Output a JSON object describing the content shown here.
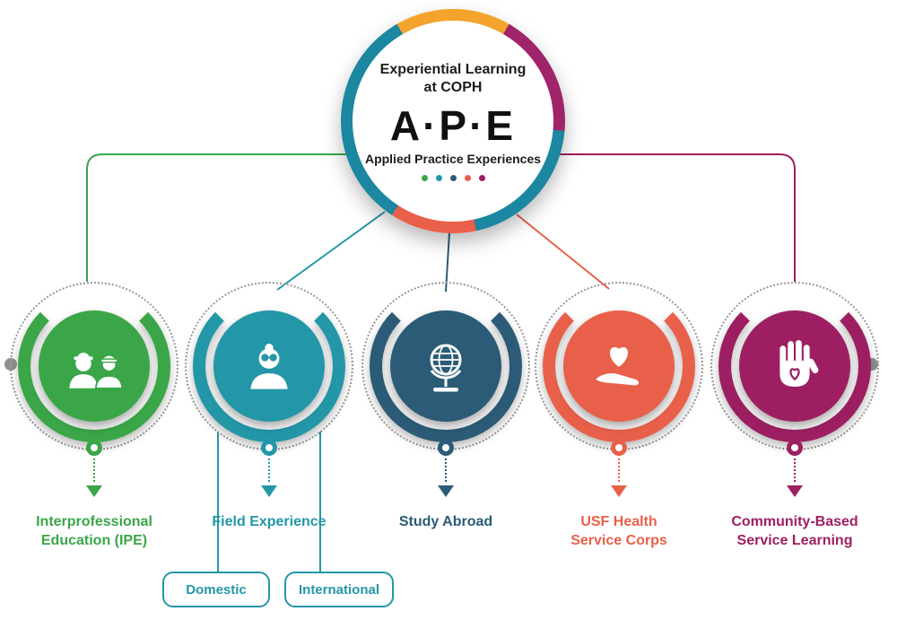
{
  "center": {
    "line1": "Experiential Learning",
    "line2": "at COPH",
    "acronym": "A·P·E",
    "subtitle": "Applied Practice Experiences",
    "dot_colors": [
      "#3AA648",
      "#2397A8",
      "#2B5B76",
      "#E9604A",
      "#9D1F62"
    ],
    "ring_colors": [
      "#F4A42C",
      "#A02469",
      "#1B87A0",
      "#E9604A"
    ]
  },
  "branches": [
    {
      "id": "ipe",
      "label_lines": [
        "Interprofessional",
        "Education (IPE)"
      ],
      "color": "#3AA648",
      "icon": "workers-icon"
    },
    {
      "id": "field-experience",
      "label_lines": [
        "Field Experience"
      ],
      "color": "#2397A8",
      "icon": "woman-glasses-icon",
      "children": [
        {
          "label": "Domestic"
        },
        {
          "label": "International"
        }
      ]
    },
    {
      "id": "study-abroad",
      "label_lines": [
        "Study Abroad"
      ],
      "color": "#2B5B76",
      "icon": "globe-icon"
    },
    {
      "id": "usf-health-service-corps",
      "label_lines": [
        "USF Health",
        "Service Corps"
      ],
      "color": "#E9604A",
      "icon": "heart-in-hand-icon"
    },
    {
      "id": "community-based-service-learning",
      "label_lines": [
        "Community-Based",
        "Service Learning"
      ],
      "color": "#9D1F62",
      "icon": "hand-with-heart-icon"
    }
  ]
}
